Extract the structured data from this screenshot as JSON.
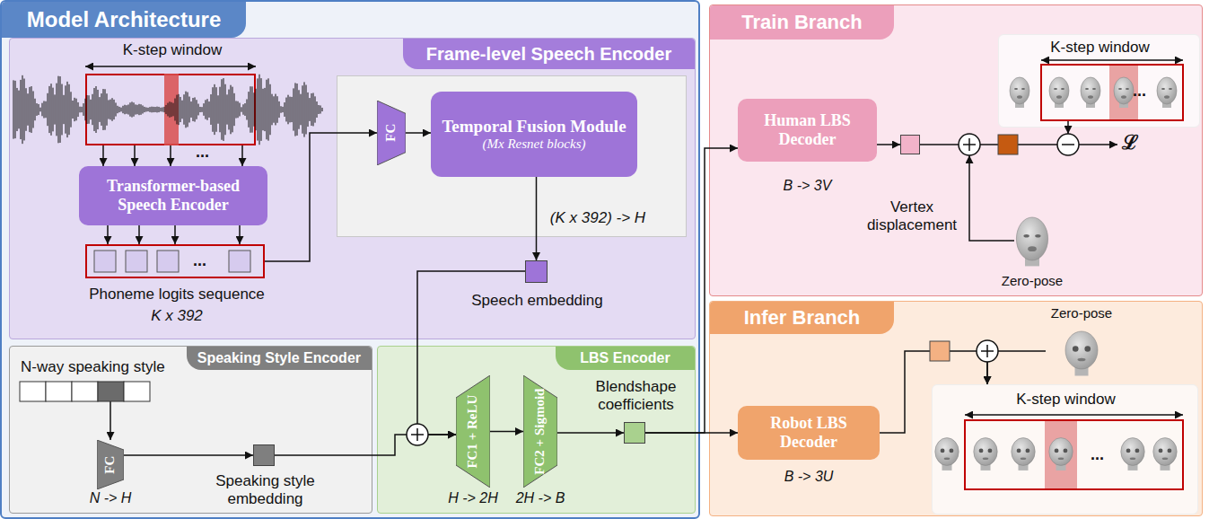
{
  "diagram": {
    "nodes": [
      {
        "text": [
          "Model Architecture"
        ]
      },
      {
        "text": [
          "Frame-level Speech Encoder"
        ],
        "in": 0
      },
      {
        "text": [
          "K-step window"
        ],
        "in": 1
      },
      {
        "text": [
          "Transformer-based Speech Encoder"
        ],
        "in": 1
      },
      {
        "text": [
          "Phoneme logits sequence",
          "K x 392"
        ],
        "in": 1
      },
      {
        "text": [
          "(K x 392) -> H"
        ],
        "in": 1
      },
      {
        "text": [
          "FC"
        ],
        "in": 5
      },
      {
        "text": [
          "Temporal Fusion Module",
          "(Mx Resnet blocks)"
        ],
        "in": 5
      },
      {
        "text": [
          "Speech embedding"
        ],
        "in": 1
      },
      {
        "text": [
          "Speaking Style Encoder"
        ],
        "in": 0
      },
      {
        "text": [
          "N-way speaking style"
        ],
        "in": 9
      },
      {
        "text": [
          "FC",
          "N -> H"
        ],
        "in": 9
      },
      {
        "text": [
          "Speaking style embedding"
        ],
        "in": 9
      },
      {
        "text": [
          "LBS Encoder"
        ],
        "in": 0
      },
      {
        "text": [
          "FC1 + ReLU",
          "H -> 2H"
        ],
        "in": 13
      },
      {
        "text": [
          "FC2 + Sigmoid",
          "2H -> B"
        ],
        "in": 13
      },
      {
        "text": [
          "Blendshape coefficients"
        ],
        "in": 13
      },
      {
        "text": [
          "Train Branch"
        ]
      },
      {
        "text": [
          "Human LBS Decoder",
          "B -> 3V"
        ],
        "in": 17
      },
      {
        "text": [
          "Vertex displacement"
        ],
        "in": 17
      },
      {
        "text": [
          "Zero-pose"
        ],
        "in": 17
      },
      {
        "text": [
          "K-step window"
        ],
        "in": 17
      },
      {
        "text": [
          "Infer Branch"
        ]
      },
      {
        "text": [
          "Robot LBS Decoder",
          "B -> 3U"
        ],
        "in": 22
      },
      {
        "text": [
          "Zero-pose"
        ],
        "in": 22
      },
      {
        "text": [
          "K-step window"
        ],
        "in": 22
      }
    ],
    "edges": [
      {
        "from": 2,
        "to": 3,
        "arrow": "to"
      },
      {
        "from": 3,
        "to": 4,
        "arrow": "to"
      },
      {
        "from": 4,
        "to": 6,
        "arrow": "to"
      },
      {
        "from": 6,
        "to": 7,
        "arrow": "to"
      },
      {
        "from": 7,
        "to": 8,
        "arrow": "to"
      },
      {
        "from": 8,
        "to": 14,
        "arrow": "to"
      },
      {
        "from": 10,
        "to": 11,
        "arrow": "to"
      },
      {
        "from": 11,
        "to": 12,
        "arrow": "to"
      },
      {
        "from": 12,
        "to": 14,
        "arrow": "to"
      },
      {
        "from": 14,
        "to": 15,
        "arrow": "to"
      },
      {
        "from": 15,
        "to": 16,
        "arrow": "to"
      },
      {
        "from": 16,
        "to": 18,
        "arrow": "to"
      },
      {
        "from": 16,
        "to": 23,
        "arrow": "to"
      },
      {
        "from": 18,
        "to": 19,
        "arrow": "to"
      },
      {
        "from": 23,
        "to": 25,
        "arrow": "to"
      },
      {
        "from": 24,
        "to": 25,
        "arrow": "to"
      }
    ],
    "labels": [
      "...",
      "...",
      "...",
      "...",
      "ℒ"
    ]
  }
}
